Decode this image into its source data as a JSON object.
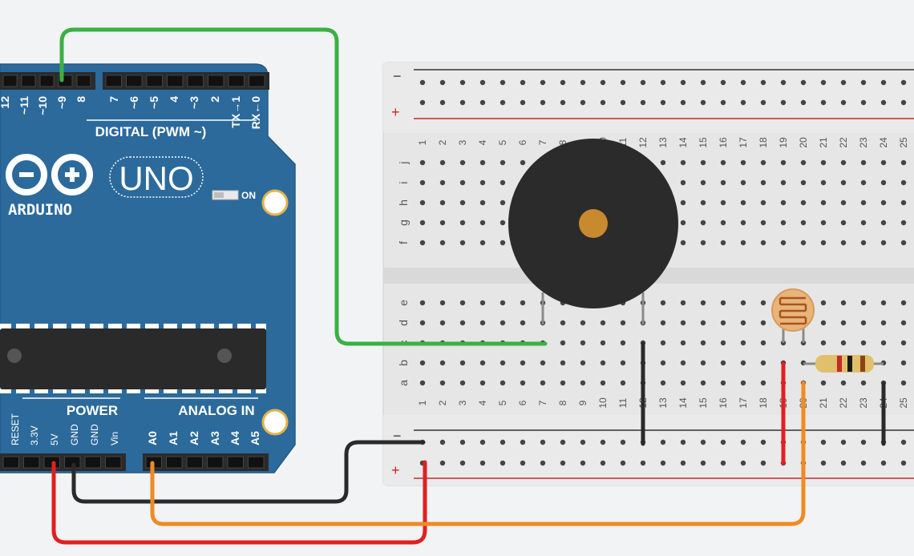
{
  "arduino": {
    "model": "UNO",
    "brand": "ARDUINO",
    "board_color": "#2c6a9c",
    "digital_pin_labels": [
      "12",
      "~11",
      "~10",
      "~9",
      "8",
      "7",
      "~6",
      "~5",
      "4",
      "~3",
      "2",
      "TX→1",
      "RX←0"
    ],
    "digital_header_label": "DIGITAL (PWM ~)",
    "power_header_label": "POWER",
    "analog_header_label": "ANALOG IN",
    "power_pin_labels": [
      "RESET",
      "3.3V",
      "5V",
      "GND",
      "GND",
      "Vin"
    ],
    "analog_pin_labels": [
      "A0",
      "A1",
      "A2",
      "A3",
      "A4",
      "A5"
    ],
    "on_led_label": "ON"
  },
  "breadboard": {
    "column_numbers": [
      "1",
      "2",
      "3",
      "4",
      "5",
      "6",
      "7",
      "8",
      "9",
      "10",
      "11",
      "12",
      "13",
      "14",
      "15",
      "16",
      "17",
      "18",
      "19",
      "20",
      "21",
      "22",
      "23",
      "24",
      "25"
    ],
    "top_rows": [
      "j",
      "i",
      "h",
      "g",
      "f"
    ],
    "bottom_rows": [
      "e",
      "d",
      "c",
      "b",
      "a"
    ],
    "rail_minus": "−",
    "rail_plus": "+"
  },
  "components": {
    "buzzer": "piezo-buzzer",
    "photoresistor": "photoresistor",
    "resistor": "resistor",
    "resistor_bands": [
      "#e0c06a",
      "#c62828",
      "#1a1a1a",
      "#8b4513"
    ]
  },
  "wire_colors": {
    "signal": "#3cb043",
    "power": "#e02020",
    "ground": "#2a2a2a",
    "analog": "#f08a24"
  }
}
